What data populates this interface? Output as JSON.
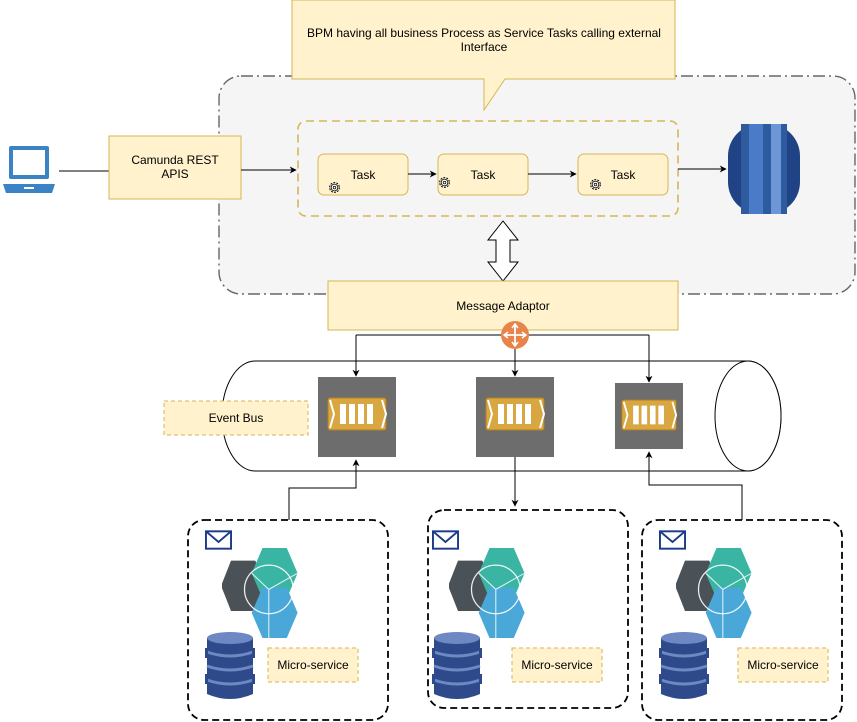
{
  "callout": {
    "line1": "BPM having all business Process as Service Tasks calling external",
    "line2": "Interface"
  },
  "camunda": {
    "line1": "Camunda REST",
    "line2": "APIS"
  },
  "tasks": [
    "Task",
    "Task",
    "Task"
  ],
  "adaptor": {
    "label": "Message Adaptor"
  },
  "event_bus": {
    "label": "Event Bus"
  },
  "microservices": [
    "Micro-service",
    "Micro-service",
    "Micro-service"
  ],
  "icons": {
    "client": "laptop-icon",
    "database": "database-icon",
    "router": "router-icon",
    "queue": "queue-icon",
    "email": "email-icon",
    "service": "hexagon-cluster-icon",
    "service_db": "dynamodb-icon",
    "task_type": "service-task-gear-icon"
  },
  "colors": {
    "note_fill": "#fff2cc",
    "note_stroke": "#d6b656",
    "container_fill": "#f5f5f5",
    "container_stroke": "#666666",
    "db_blue": "#2e5a9e",
    "queue_bg": "#6d6d6d",
    "queue_fg": "#d9a741",
    "router": "#e8834a",
    "ddb_blue": "#2e4a8a",
    "hex_dark": "#4a5257",
    "hex_teal": "#3ab5a4",
    "hex_blue": "#4aa8d8",
    "mail_blue": "#1a3a8a"
  }
}
